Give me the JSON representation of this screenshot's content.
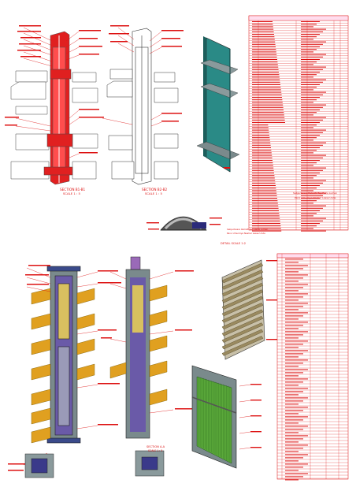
{
  "sheet": {
    "panel_top": {
      "section_label_a": "SECTION B1-B1",
      "scale_label_a": "SCALE 1 : 5",
      "section_label_b": "SECTION B2-B2",
      "scale_label_b": "SCALE 1 : 5",
      "detail_label": "DETAIL SCALE 1:2"
    },
    "bom_top": {
      "caption_line_1": "Sabjectware Retrofit Top Perla Lumen",
      "caption_line_2": "Pano Umumiye Nashar Lasse Unde"
    },
    "panel_bottom": {
      "section_label": "SECTION A-A",
      "scale_label": "SCALE 1 : 5"
    },
    "legend": {
      "line_1": "Sabjectware Retrofit Top Perla Lumen",
      "line_2": "Pano Umumiye Nashar Lasse Unde"
    },
    "colors": {
      "annotation": "#d11",
      "steel_red": "#e02020",
      "glass_teal": "#2a8a86",
      "panel_green": "#5aa83a",
      "louvre_orange": "#e0a020",
      "frame_grey": "#7a8a8c",
      "profile_purple": "#6a5aa8"
    }
  }
}
